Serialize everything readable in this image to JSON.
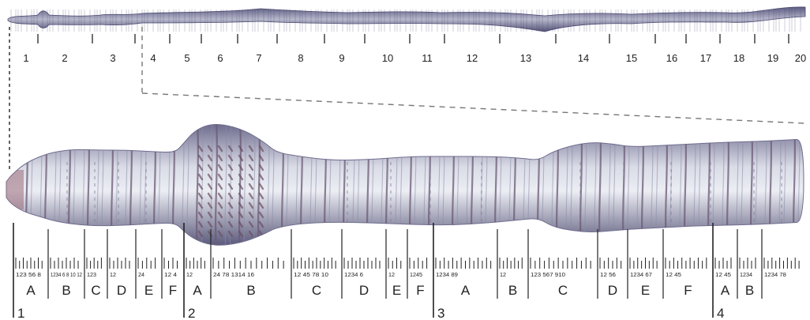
{
  "overview": {
    "segments": [
      "1",
      "2",
      "3",
      "4",
      "5",
      "6",
      "7",
      "8",
      "9",
      "10",
      "11",
      "12",
      "13",
      "14",
      "15",
      "16",
      "17",
      "18",
      "19",
      "20"
    ]
  },
  "detail": {
    "sections": [
      {
        "label": "1",
        "subs": [
          {
            "label": "A",
            "ticks": "123 56 8"
          },
          {
            "label": "B",
            "ticks": "1234 6 8 10 12"
          },
          {
            "label": "C",
            "ticks": "123"
          },
          {
            "label": "D",
            "ticks": "12"
          },
          {
            "label": "E",
            "ticks": "24"
          },
          {
            "label": "F",
            "ticks": "12 4"
          }
        ]
      },
      {
        "label": "2",
        "subs": [
          {
            "label": "A",
            "ticks": "12"
          },
          {
            "label": "B",
            "ticks": "24 78 1314 16"
          },
          {
            "label": "C",
            "ticks": "12 45 78 10"
          },
          {
            "label": "D",
            "ticks": "1234 6"
          },
          {
            "label": "E",
            "ticks": "12"
          },
          {
            "label": "F",
            "ticks": "1245"
          }
        ]
      },
      {
        "label": "3",
        "subs": [
          {
            "label": "A",
            "ticks": "1234 89"
          },
          {
            "label": "B",
            "ticks": "12"
          },
          {
            "label": "C",
            "ticks": "123 567 910"
          },
          {
            "label": "D",
            "ticks": "12 56"
          },
          {
            "label": "E",
            "ticks": "1234 67"
          },
          {
            "label": "F",
            "ticks": "12 45"
          }
        ]
      },
      {
        "label": "4",
        "subs": [
          {
            "label": "A",
            "ticks": "12 45"
          },
          {
            "label": "B",
            "ticks": "1234"
          },
          {
            "label": "",
            "ticks": "1234 78"
          }
        ]
      }
    ]
  },
  "colors": {
    "body": "#9c9cb8",
    "band": "#6e5f7a",
    "ink": "#222222",
    "zoom": "#888888"
  }
}
